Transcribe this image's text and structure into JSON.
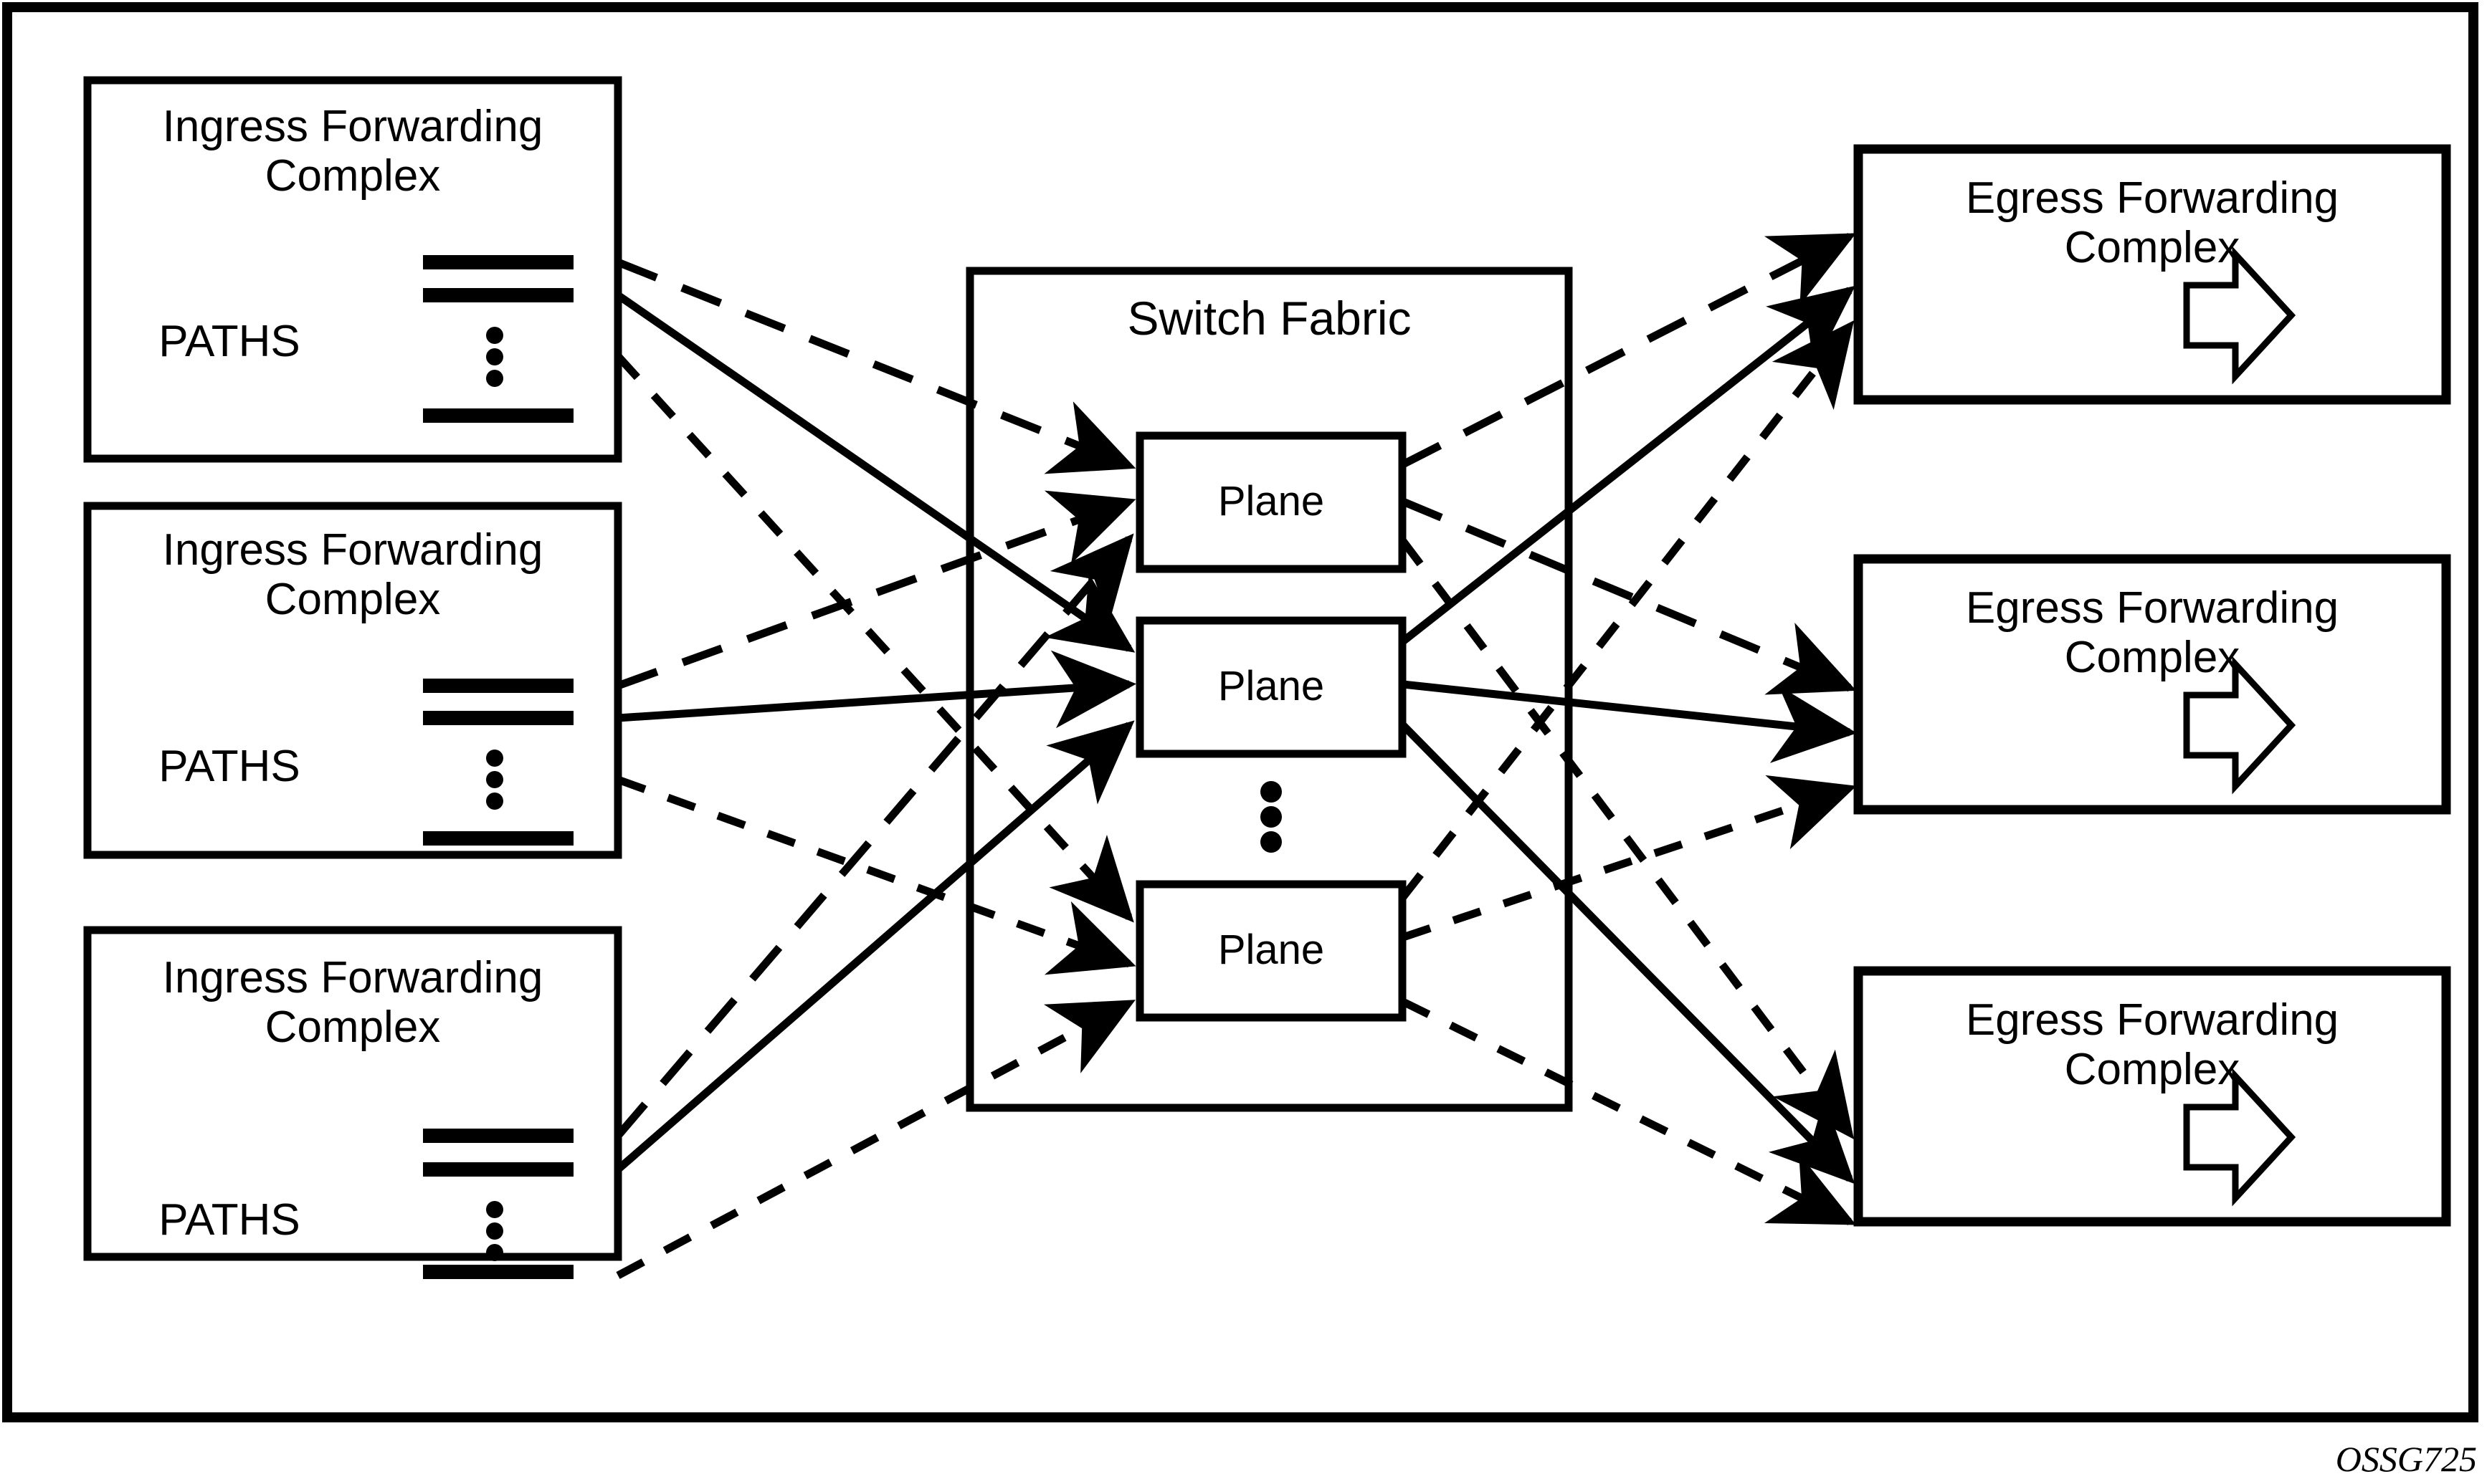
{
  "diagram": {
    "title_caption": "OSSG725",
    "colors": {
      "stroke": "#000000",
      "background": "#ffffff"
    },
    "outer_frame": {
      "name": "outer-frame"
    },
    "ingress_complexes": [
      {
        "title": "Ingress Forwarding\nComplex",
        "paths_label": "PATHS",
        "path_count_hint": "⋮"
      },
      {
        "title": "Ingress Forwarding\nComplex",
        "paths_label": "PATHS",
        "path_count_hint": "⋮"
      },
      {
        "title": "Ingress Forwarding\nComplex",
        "paths_label": "PATHS",
        "path_count_hint": "⋮"
      }
    ],
    "switch_fabric": {
      "title": "Switch Fabric",
      "planes": [
        {
          "label": "Plane"
        },
        {
          "label": "Plane"
        },
        {
          "label": "Plane"
        }
      ],
      "ellipsis": "⋮"
    },
    "egress_complexes": [
      {
        "title": "Egress Forwarding\nComplex",
        "arrow_icon": "block-arrow-right-icon"
      },
      {
        "title": "Egress Forwarding\nComplex",
        "arrow_icon": "block-arrow-right-icon"
      },
      {
        "title": "Egress Forwarding\nComplex",
        "arrow_icon": "block-arrow-right-icon"
      }
    ]
  }
}
